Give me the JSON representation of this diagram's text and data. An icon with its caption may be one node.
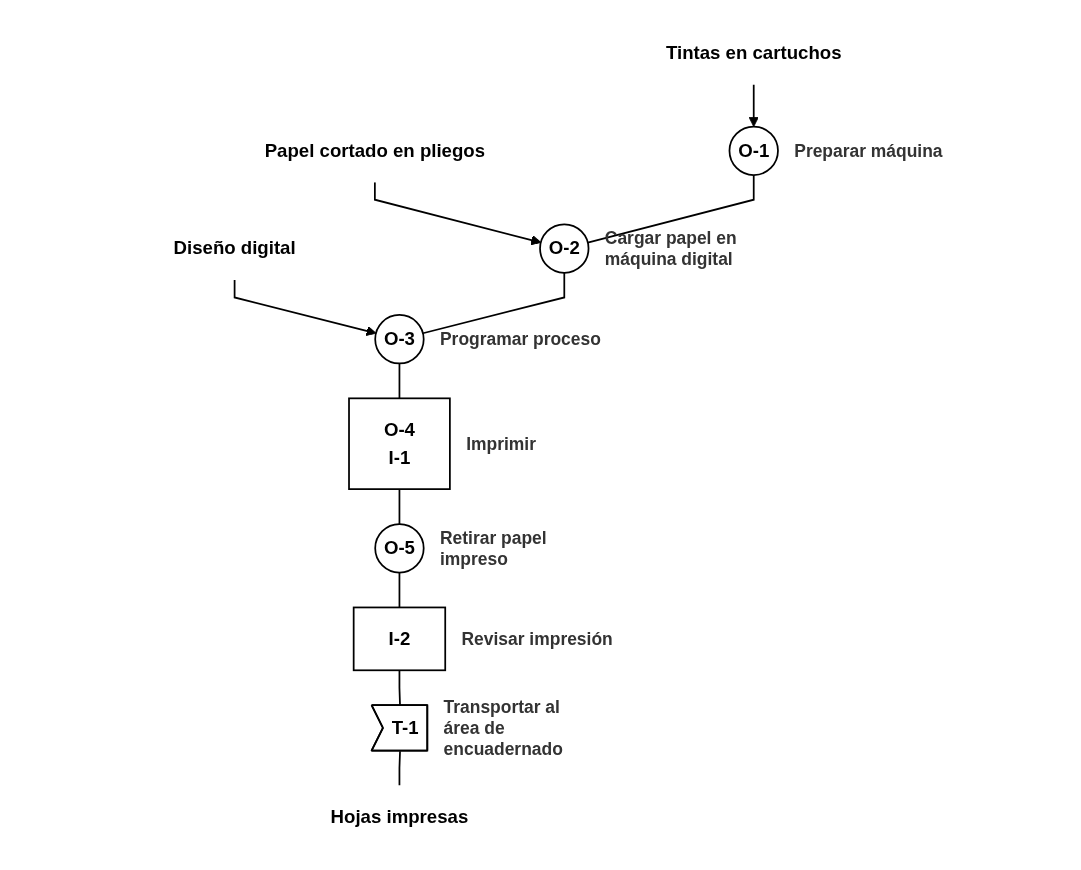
{
  "diagram": {
    "nodes": [
      {
        "text": [
          "Diseño digital"
        ]
      },
      {
        "text": [
          "Papel cortado en pliegos"
        ]
      },
      {
        "text": [
          "Tintas en cartuchos"
        ]
      },
      {
        "text": [
          "O-1"
        ],
        "beside": [
          "Preparar máquina"
        ]
      },
      {
        "text": [
          "O-2"
        ],
        "beside": [
          "Cargar papel en máquina digital"
        ]
      },
      {
        "text": [
          "O-3"
        ],
        "beside": [
          "Programar proceso"
        ]
      },
      {
        "text": [
          "O-4 I-1"
        ],
        "beside": [
          "Imprimir"
        ]
      },
      {
        "text": [
          "O-5"
        ],
        "beside": [
          "Retirar papel impreso"
        ]
      },
      {
        "text": [
          "I-2"
        ],
        "beside": [
          "Revisar impresión"
        ]
      },
      {
        "text": [
          "T-1"
        ],
        "beside": [
          "Transportar al área de encuadernado"
        ]
      },
      {
        "text": [
          "Hojas impresas"
        ]
      }
    ],
    "edges": [
      {
        "from": 0,
        "to": 5,
        "arrow": "to"
      },
      {
        "from": 1,
        "to": 4,
        "arrow": "to"
      },
      {
        "from": 2,
        "to": 3,
        "arrow": "to"
      },
      {
        "from": 3,
        "to": 4,
        "arrow": "none"
      },
      {
        "from": 4,
        "to": 5,
        "arrow": "none"
      },
      {
        "from": 5,
        "to": 6,
        "arrow": "none"
      },
      {
        "from": 6,
        "to": 7,
        "arrow": "none"
      },
      {
        "from": 7,
        "to": 8,
        "arrow": "none"
      },
      {
        "from": 8,
        "to": 9,
        "arrow": "none"
      },
      {
        "from": 9,
        "to": 10,
        "arrow": "none"
      }
    ]
  }
}
